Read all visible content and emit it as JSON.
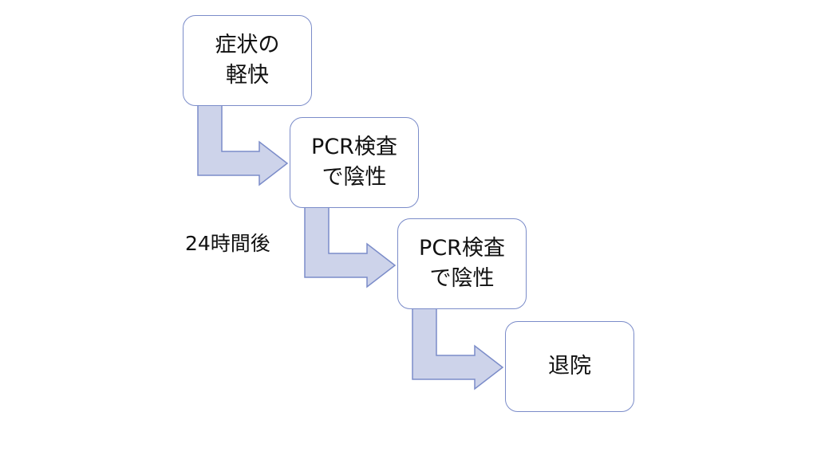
{
  "diagram": {
    "steps": [
      {
        "lines": [
          "症状の",
          "軽快"
        ]
      },
      {
        "lines": [
          "PCR検査",
          "で陰性"
        ]
      },
      {
        "lines": [
          "PCR検査",
          "で陰性"
        ]
      },
      {
        "lines": [
          "退院"
        ]
      }
    ],
    "interval_note": "24時間後",
    "colors": {
      "arrow_fill": "#cdd3ea",
      "arrow_stroke": "#7b8cc9",
      "box_border": "#7b8cc9",
      "text": "#111111",
      "background": "#ffffff"
    }
  }
}
